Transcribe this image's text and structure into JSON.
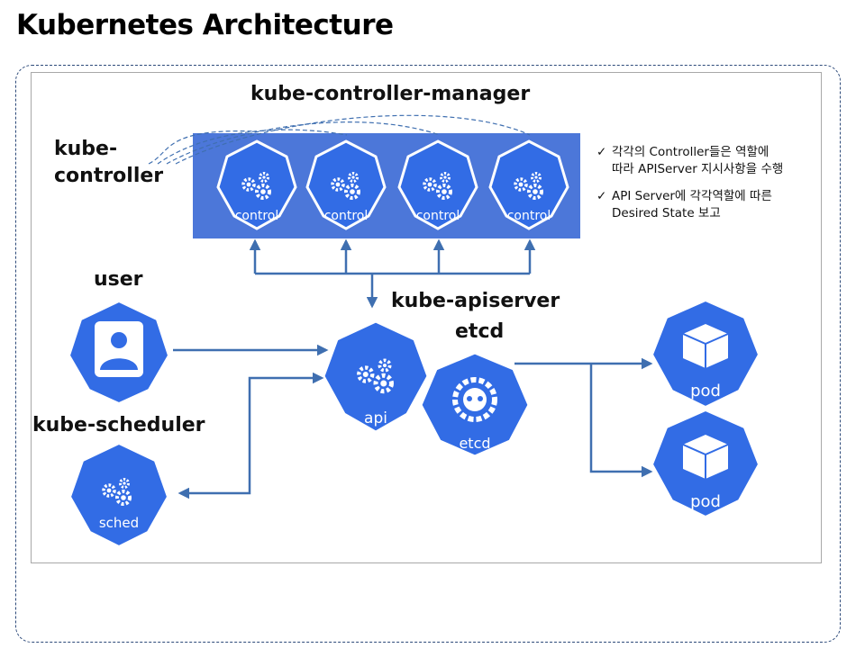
{
  "title": "Kubernetes Architecture",
  "labels": {
    "controller_manager": "kube-controller-manager",
    "kube_controller_line1": "kube-",
    "kube_controller_line2": "controller",
    "user": "user",
    "apiserver": "kube-apiserver",
    "etcd": "etcd",
    "scheduler": "kube-scheduler"
  },
  "controllers": [
    {
      "label": "control"
    },
    {
      "label": "control"
    },
    {
      "label": "control"
    },
    {
      "label": "control"
    }
  ],
  "nodes": {
    "api": "api",
    "etcd": "etcd",
    "sched": "sched",
    "pod1": "pod",
    "pod2": "pod"
  },
  "notes": [
    {
      "line1": "각각의 Controller들은 역할에",
      "line2": "따라 APIServer 지시사항을 수행"
    },
    {
      "line1": "API Server에 각각역할에 따른",
      "line2": "Desired State 보고"
    }
  ],
  "colors": {
    "k8s_blue": "#326ce5",
    "band_blue": "#4c77d9",
    "arrow": "#3f6fb0"
  }
}
